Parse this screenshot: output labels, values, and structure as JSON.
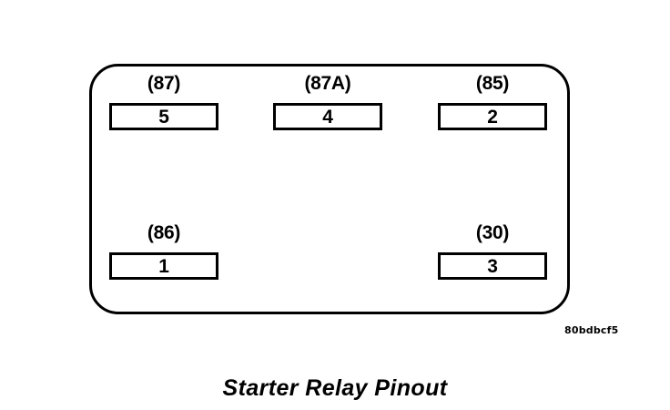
{
  "figure": {
    "caption": "Starter Relay Pinout",
    "reference_code": "80bdbcf5",
    "component": "relay-body",
    "colors": {
      "background": "#ffffff",
      "outline": "#000000",
      "text": "#000000"
    }
  },
  "terminals": [
    {
      "id": "87",
      "label": "(87)",
      "pin": "5",
      "row": "top",
      "position": "left"
    },
    {
      "id": "87A",
      "label": "(87A)",
      "pin": "4",
      "row": "top",
      "position": "center"
    },
    {
      "id": "85",
      "label": "(85)",
      "pin": "2",
      "row": "top",
      "position": "right"
    },
    {
      "id": "86",
      "label": "(86)",
      "pin": "1",
      "row": "bottom",
      "position": "left"
    },
    {
      "id": "30",
      "label": "(30)",
      "pin": "3",
      "row": "bottom",
      "position": "right"
    }
  ]
}
